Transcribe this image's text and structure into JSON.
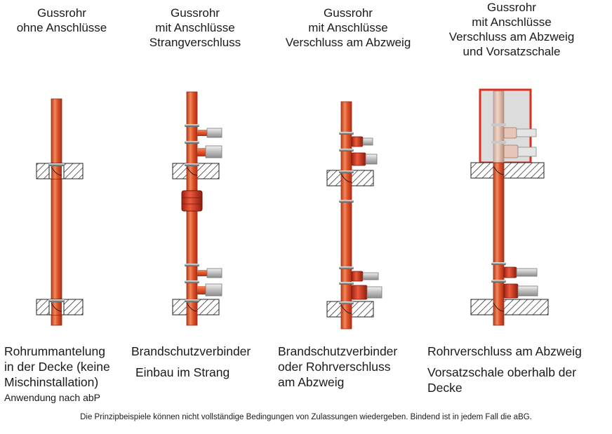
{
  "columns": [
    {
      "title": [
        "Gussrohr",
        "ohne Anschlüsse"
      ],
      "caption": [
        "Rohrummantelung",
        "in der Decke (keine",
        "Mischinstallation)"
      ],
      "note": "Anwendung nach abP"
    },
    {
      "title": [
        "Gussrohr",
        "mit Anschlüsse",
        "Strangverschluss"
      ],
      "caption": [
        "Brandschutzverbinder"
      ],
      "caption2": "Einbau im Strang"
    },
    {
      "title": [
        "Gussrohr",
        "mit Anschlüsse",
        "Verschluss am Abzweig"
      ],
      "caption": [
        "Brandschutzverbinder",
        "oder Rohrverschluss",
        "am Abzweig"
      ]
    },
    {
      "title": [
        "Gussrohr",
        "mit  Anschlüsse",
        "Verschluss am Abzweig",
        "und Vorsatzschale"
      ],
      "caption": [
        "Rohrverschluss am Abzweig"
      ],
      "caption2": "Vorsatzschale oberhalb der Decke"
    }
  ],
  "footer": "Die Prinzipbeispiele können nicht vollständige Bedingungen von Zulassungen wiedergeben. Bindend ist in jedem Fall die aBG.",
  "colors": {
    "pipe": "#e2542a",
    "pipe_highlight": "#f08a5c",
    "pipe_shadow": "#b8381a",
    "closure": "#d8321c",
    "branch_gray": "#bdbdbd",
    "hatch": "#222222",
    "shell_frame": "#d93020",
    "shell_fill": "#dcdcdc"
  }
}
